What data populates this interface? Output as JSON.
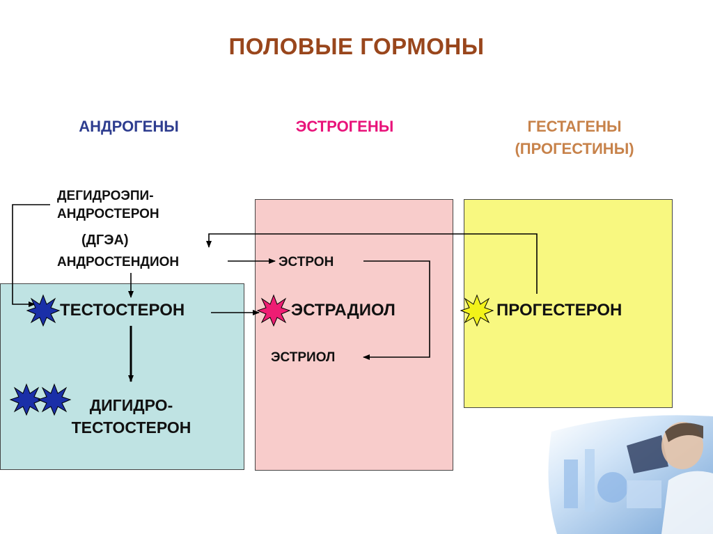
{
  "title": "ПОЛОВЫЕ ГОРМОНЫ",
  "colors": {
    "title": "#99461c",
    "androgens_header": "#2e3d8f",
    "estrogens_header": "#e8137a",
    "gestagens_header": "#c7824a",
    "androgens_box": "#bfe3e3",
    "estrogens_box": "#f8cccb",
    "gestagens_box": "#f8f880",
    "star_blue": "#1a2fa8",
    "star_pink": "#ee1d73",
    "star_yellow": "#f2f21a"
  },
  "columns": {
    "androgens": "АНДРОГЕНЫ",
    "estrogens": "ЭСТРОГЕНЫ",
    "gestagens_line1": "ГЕСТАГЕНЫ",
    "gestagens_line2": "(ПРОГЕСТИНЫ)"
  },
  "labels": {
    "dhea_line1": "ДЕГИДРОЭПИ-",
    "dhea_line2": "АНДРОСТЕРОН",
    "dhea_abbr": "(ДГЭА)",
    "androstenedione": "АНДРОСТЕНДИОН",
    "testosterone": "ТЕСТОСТЕРОН",
    "dht_line1": "ДИГИДРО-",
    "dht_line2": "ТЕСТОСТЕРОН",
    "estrone": "ЭСТРОН",
    "estradiol": "ЭСТРАДИОЛ",
    "estriol": "ЭСТРИОЛ",
    "progesterone": "ПРОГЕСТЕРОН"
  },
  "icons": {
    "active_marker": "star-burst-icon"
  }
}
